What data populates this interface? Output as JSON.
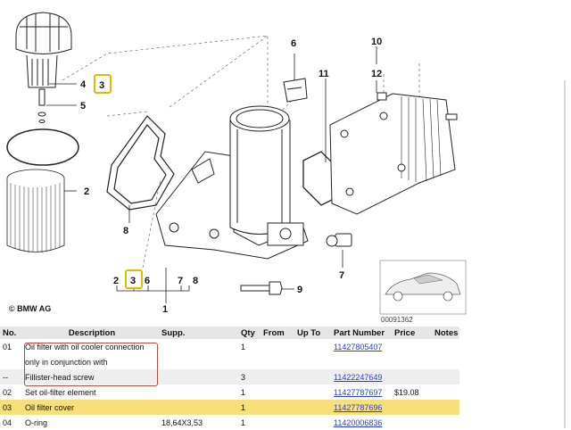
{
  "diagram": {
    "callouts": [
      "1",
      "2",
      "3",
      "4",
      "5",
      "6",
      "7",
      "8",
      "9",
      "10",
      "11",
      "12"
    ],
    "group_labels": [
      "2",
      "3",
      "6",
      "7",
      "8"
    ],
    "copyright": "© BMW AG",
    "diagram_code": "00091362"
  },
  "table": {
    "headers": {
      "no": "No.",
      "description": "Description",
      "supp": "Supp.",
      "qty": "Qty",
      "from": "From",
      "upto": "Up To",
      "part_number": "Part Number",
      "price": "Price",
      "notes": "Notes"
    },
    "rows": [
      {
        "no": "01",
        "description": "Oil filter with oil cooler connection",
        "supp": "",
        "qty": "1",
        "part_number": "11427805407",
        "price": "",
        "notes": ""
      },
      {
        "no": "",
        "description": "only in conjunction with",
        "supp": "",
        "qty": "",
        "part_number": "",
        "price": "",
        "notes": ""
      },
      {
        "no": "--",
        "description": "Fillister-head screw",
        "supp": "",
        "qty": "3",
        "part_number": "11422247649",
        "price": "",
        "notes": ""
      },
      {
        "no": "02",
        "description": "Set oil-filter element",
        "supp": "",
        "qty": "1",
        "part_number": "11427787697",
        "price": "$19.08",
        "notes": ""
      },
      {
        "no": "03",
        "description": "Oil filter cover",
        "supp": "",
        "qty": "1",
        "part_number": "11427787696",
        "price": "",
        "notes": ""
      },
      {
        "no": "04",
        "description": "O-ring",
        "supp": "18,64X3,53",
        "qty": "1",
        "part_number": "11420006836",
        "price": "",
        "notes": ""
      }
    ]
  },
  "colors": {
    "highlight": "#f7df7a",
    "link": "#2a3fd6",
    "callout_box": "#e8b800",
    "selection_border": "#b84a3e"
  }
}
